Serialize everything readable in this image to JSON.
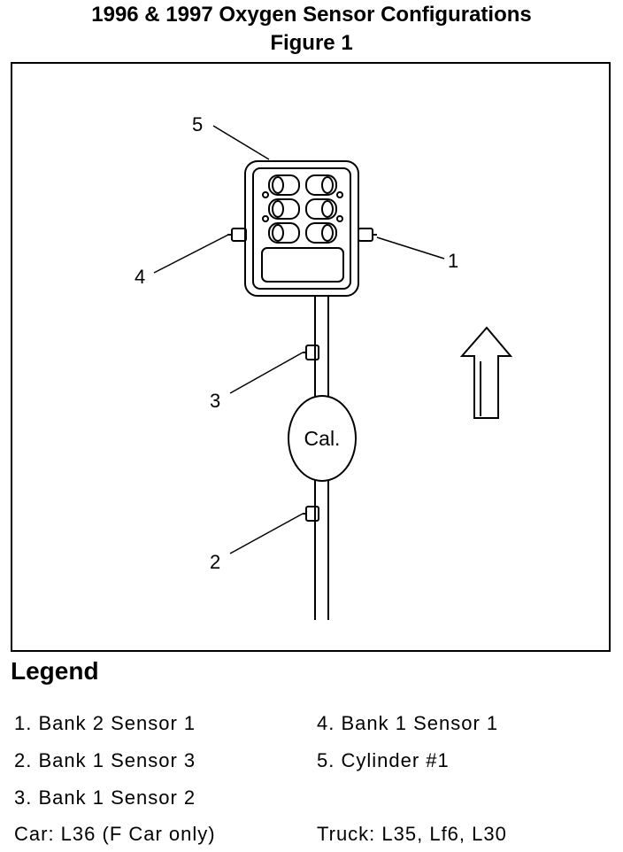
{
  "header": {
    "title": "1996 & 1997 Oxygen Sensor Configurations",
    "figure": "Figure 1"
  },
  "diagram": {
    "callouts": {
      "c1": "1",
      "c2": "2",
      "c3": "3",
      "c4": "4",
      "c5": "5"
    },
    "converter_label": "Cal.",
    "icons": [
      "engine-block-icon",
      "oxygen-sensor-icon",
      "catalytic-converter-icon",
      "direction-arrow-icon"
    ]
  },
  "legend": {
    "title": "Legend",
    "items": [
      "1.  Bank 2 Sensor 1",
      "2.  Bank 1 Sensor 3",
      "3.  Bank 1 Sensor 2",
      "4.  Bank 1 Sensor 1",
      "5.  Cylinder #1"
    ],
    "car": "Car: L36 (F Car only)",
    "truck": "Truck: L35, Lf6, L30"
  }
}
